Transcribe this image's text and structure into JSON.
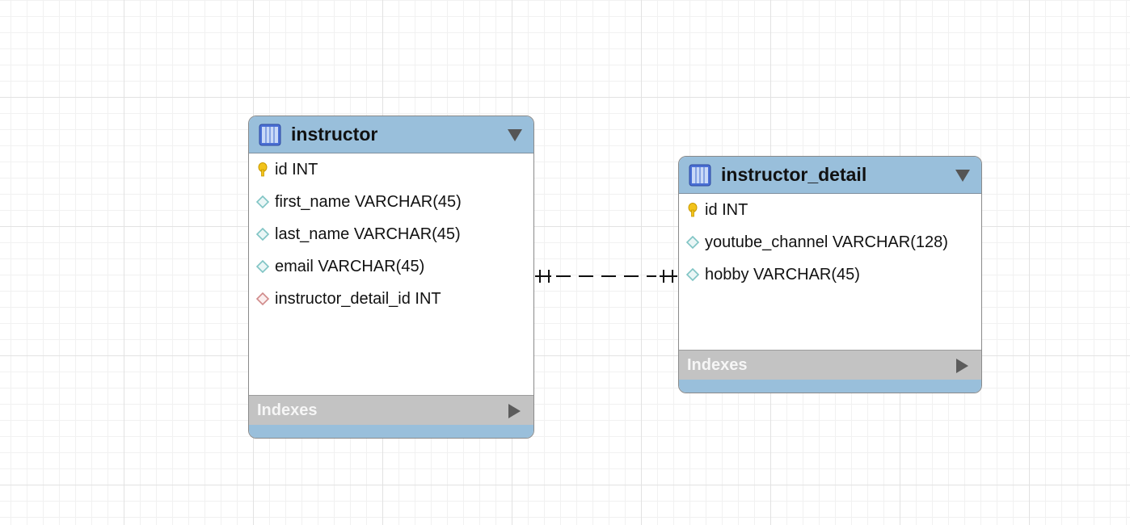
{
  "tables": [
    {
      "name": "instructor",
      "columns": [
        {
          "text": "id INT",
          "icon": "primary-key-icon"
        },
        {
          "text": "first_name VARCHAR(45)",
          "icon": "column-diamond-icon"
        },
        {
          "text": "last_name VARCHAR(45)",
          "icon": "column-diamond-icon"
        },
        {
          "text": "email VARCHAR(45)",
          "icon": "column-diamond-icon"
        },
        {
          "text": "instructor_detail_id INT",
          "icon": "foreign-key-diamond-icon"
        }
      ],
      "indexes_label": "Indexes"
    },
    {
      "name": "instructor_detail",
      "columns": [
        {
          "text": "id INT",
          "icon": "primary-key-icon"
        },
        {
          "text": "youtube_channel VARCHAR(128)",
          "icon": "column-diamond-icon"
        },
        {
          "text": "hobby VARCHAR(45)",
          "icon": "column-diamond-icon"
        }
      ],
      "indexes_label": "Indexes"
    }
  ],
  "relationship": {
    "from": "instructor",
    "to": "instructor_detail",
    "cardinality": "one-to-one",
    "line_style": "dashed"
  },
  "colors": {
    "header": "#99bfdb",
    "indexes_bar": "#c3c3c3",
    "key_icon": "#f0c419",
    "column_icon": "#7fc4c4",
    "fk_icon": "#d08a8a"
  }
}
